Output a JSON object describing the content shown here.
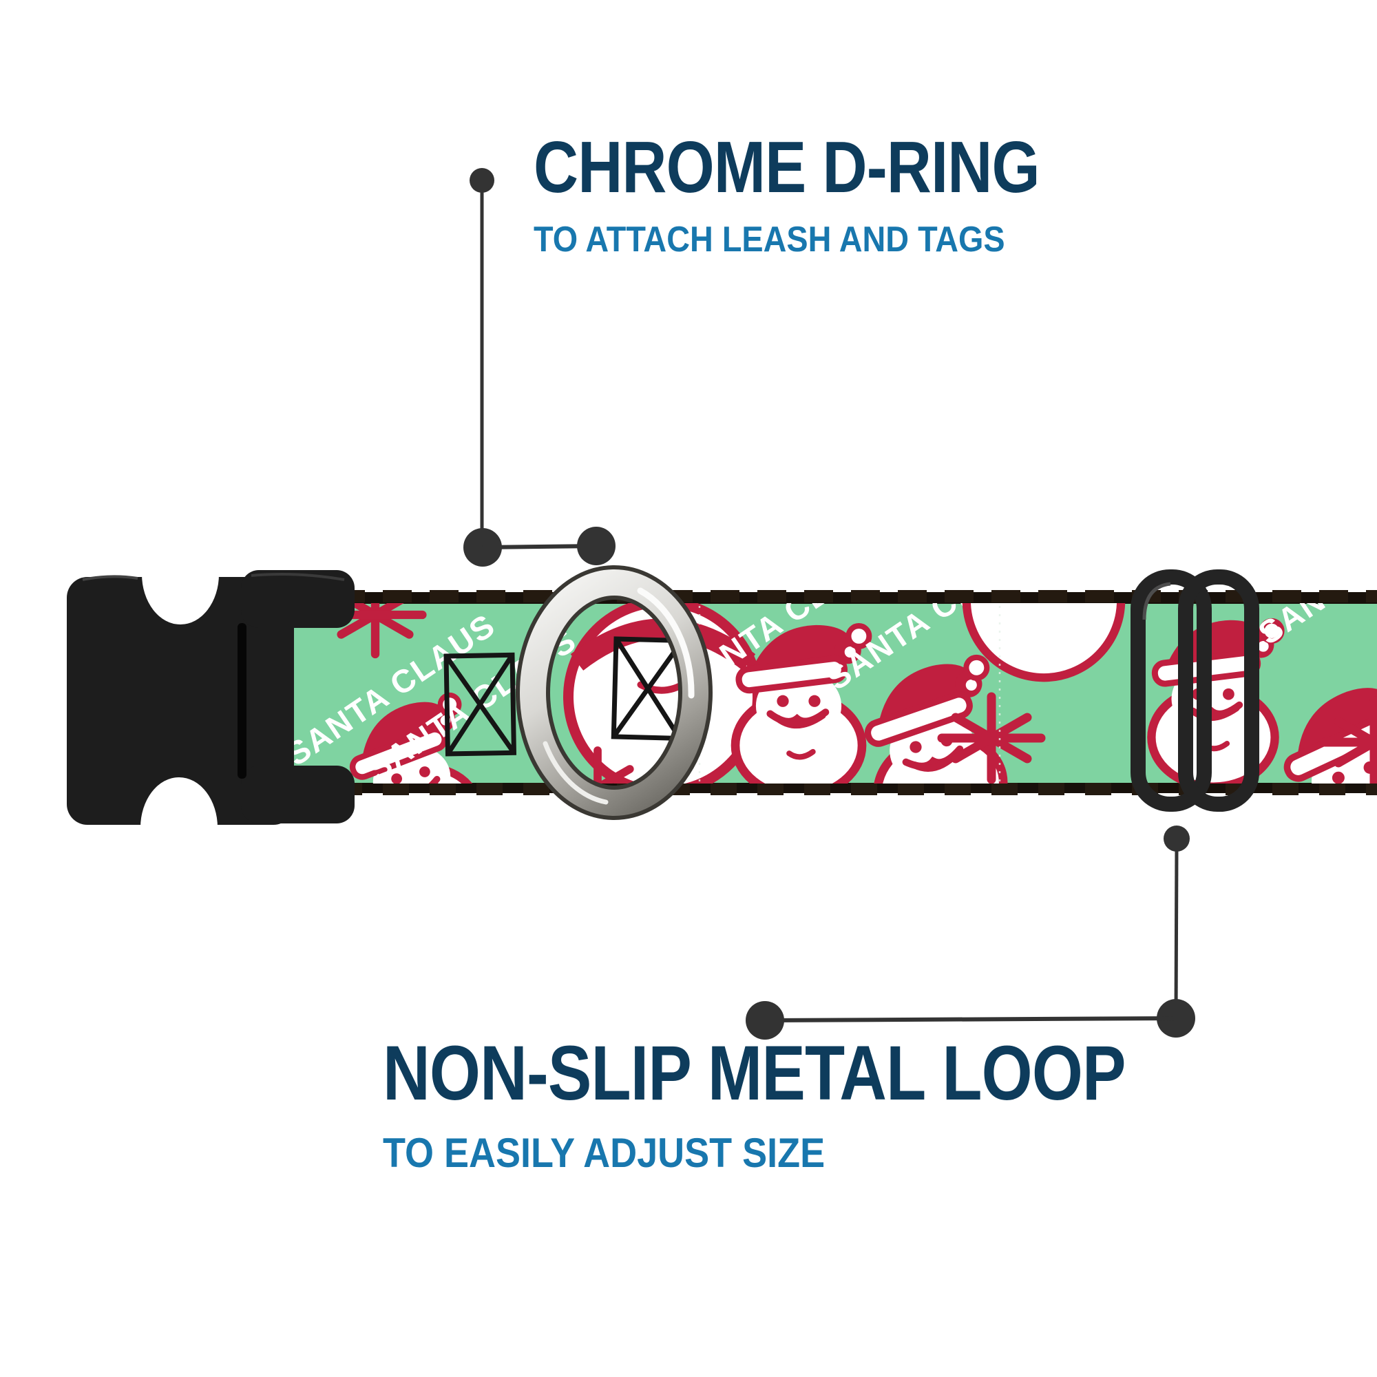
{
  "annotations": {
    "top": {
      "title": "CHROME D-RING",
      "subtitle": "TO ATTACH LEASH AND TAGS"
    },
    "bottom": {
      "title": "NON-SLIP METAL LOOP",
      "subtitle": "TO EASILY ADJUST SIZE"
    }
  },
  "collar": {
    "pattern_text": "SANTA CLAUS",
    "pattern_text_partial": "SANTA"
  },
  "colors": {
    "title-navy": "#0e3c5c",
    "subtitle-blue": "#1877ae",
    "callout": "#333333",
    "collar-green": "#7fd3a1",
    "collar-red": "#c01f3f",
    "collar-white": "#ffffff",
    "webbing-edge": "#17100a",
    "buckle-black": "#1d1d1d",
    "slider-black": "#242424",
    "chrome-light": "#f5f5f3",
    "chrome-dark": "#63615b"
  }
}
